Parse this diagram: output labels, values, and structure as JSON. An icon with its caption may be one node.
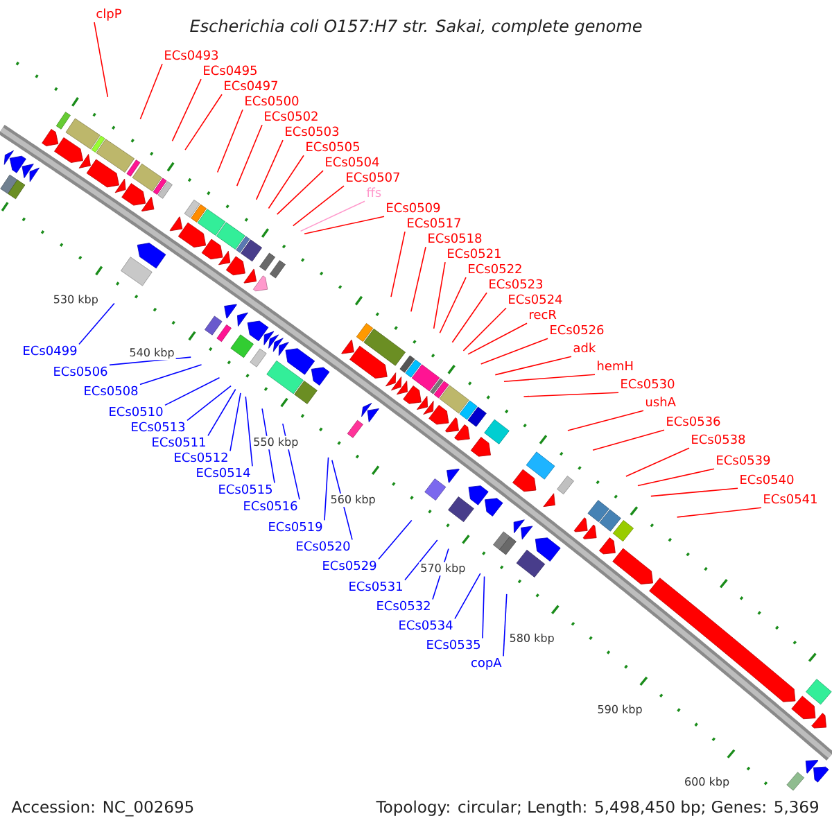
{
  "diagram": {
    "title": "Escherichia coli O157:H7 str. Sakai, complete genome",
    "nodes": [
      {
        "text": [
          "clpP"
        ]
      },
      {
        "text": [
          "ECs0493"
        ]
      },
      {
        "text": [
          "ECs0495"
        ]
      },
      {
        "text": [
          "ECs0497"
        ]
      },
      {
        "text": [
          "ECs0500"
        ]
      },
      {
        "text": [
          "ECs0502"
        ]
      },
      {
        "text": [
          "ECs0503"
        ]
      },
      {
        "text": [
          "ECs0505"
        ]
      },
      {
        "text": [
          "ECs0504"
        ]
      },
      {
        "text": [
          "ECs0507"
        ]
      },
      {
        "text": [
          "ffs"
        ]
      },
      {
        "text": [
          "ECs0509"
        ]
      },
      {
        "text": [
          "ECs0517"
        ]
      },
      {
        "text": [
          "ECs0518"
        ]
      },
      {
        "text": [
          "ECs0521"
        ]
      },
      {
        "text": [
          "ECs0522"
        ]
      },
      {
        "text": [
          "ECs0523"
        ]
      },
      {
        "text": [
          "ECs0524"
        ]
      },
      {
        "text": [
          "recR"
        ]
      },
      {
        "text": [
          "ECs0526"
        ]
      },
      {
        "text": [
          "adk"
        ]
      },
      {
        "text": [
          "hemH"
        ]
      },
      {
        "text": [
          "ECs0530"
        ]
      },
      {
        "text": [
          "ushA"
        ]
      },
      {
        "text": [
          "ECs0536"
        ]
      },
      {
        "text": [
          "ECs0538"
        ]
      },
      {
        "text": [
          "ECs0539"
        ]
      },
      {
        "text": [
          "ECs0540"
        ]
      },
      {
        "text": [
          "ECs0541"
        ]
      },
      {
        "text": [
          "ECs0499"
        ]
      },
      {
        "text": [
          "ECs0506"
        ]
      },
      {
        "text": [
          "ECs0508"
        ]
      },
      {
        "text": [
          "ECs0510"
        ]
      },
      {
        "text": [
          "ECs0513"
        ]
      },
      {
        "text": [
          "ECs0511"
        ]
      },
      {
        "text": [
          "ECs0514"
        ]
      },
      {
        "text": [
          "ECs0512"
        ]
      },
      {
        "text": [
          "ECs0515"
        ]
      },
      {
        "text": [
          "ECs0516"
        ]
      },
      {
        "text": [
          "ECs0519"
        ]
      },
      {
        "text": [
          "ECs0520"
        ]
      },
      {
        "text": [
          "ECs0529"
        ]
      },
      {
        "text": [
          "ECs0531"
        ]
      },
      {
        "text": [
          "ECs0532"
        ]
      },
      {
        "text": [
          "ECs0534"
        ]
      },
      {
        "text": [
          "ECs0535"
        ]
      },
      {
        "text": [
          "copA"
        ]
      }
    ],
    "edges": [
      {
        "from": 0,
        "to": null,
        "arrow": "none"
      },
      {
        "from": 1,
        "to": null,
        "arrow": "none"
      },
      {
        "from": 2,
        "to": null,
        "arrow": "none"
      },
      {
        "from": 3,
        "to": null,
        "arrow": "none"
      },
      {
        "from": 4,
        "to": null,
        "arrow": "none"
      },
      {
        "from": 5,
        "to": null,
        "arrow": "none"
      },
      {
        "from": 6,
        "to": null,
        "arrow": "none"
      },
      {
        "from": 7,
        "to": null,
        "arrow": "none"
      },
      {
        "from": 8,
        "to": null,
        "arrow": "none"
      },
      {
        "from": 9,
        "to": null,
        "arrow": "none"
      },
      {
        "from": 10,
        "to": null,
        "arrow": "none",
        "color": "#ff99cc"
      },
      {
        "from": 11,
        "to": null,
        "arrow": "none"
      },
      {
        "from": 12,
        "to": null,
        "arrow": "none"
      },
      {
        "from": 13,
        "to": null,
        "arrow": "none"
      },
      {
        "from": 14,
        "to": null,
        "arrow": "none"
      },
      {
        "from": 15,
        "to": null,
        "arrow": "none"
      },
      {
        "from": 16,
        "to": null,
        "arrow": "none"
      },
      {
        "from": 17,
        "to": null,
        "arrow": "none"
      },
      {
        "from": 18,
        "to": null,
        "arrow": "none"
      },
      {
        "from": 19,
        "to": null,
        "arrow": "none"
      },
      {
        "from": 20,
        "to": null,
        "arrow": "none"
      },
      {
        "from": 21,
        "to": null,
        "arrow": "none"
      },
      {
        "from": 22,
        "to": null,
        "arrow": "none"
      },
      {
        "from": 23,
        "to": null,
        "arrow": "none"
      },
      {
        "from": 24,
        "to": null,
        "arrow": "none"
      },
      {
        "from": 25,
        "to": null,
        "arrow": "none"
      },
      {
        "from": 26,
        "to": null,
        "arrow": "none"
      },
      {
        "from": 27,
        "to": null,
        "arrow": "none"
      },
      {
        "from": 28,
        "to": null,
        "arrow": "none"
      },
      {
        "from": 29,
        "to": null,
        "arrow": "none",
        "color": "#0000ff"
      },
      {
        "from": 30,
        "to": null,
        "arrow": "none",
        "color": "#0000ff"
      },
      {
        "from": 31,
        "to": null,
        "arrow": "none",
        "color": "#0000ff"
      },
      {
        "from": 32,
        "to": null,
        "arrow": "none",
        "color": "#0000ff"
      },
      {
        "from": 33,
        "to": null,
        "arrow": "none",
        "color": "#0000ff"
      },
      {
        "from": 34,
        "to": null,
        "arrow": "none",
        "color": "#0000ff"
      },
      {
        "from": 35,
        "to": null,
        "arrow": "none",
        "color": "#0000ff"
      },
      {
        "from": 36,
        "to": null,
        "arrow": "none",
        "color": "#0000ff"
      },
      {
        "from": 37,
        "to": null,
        "arrow": "none",
        "color": "#0000ff"
      },
      {
        "from": 38,
        "to": null,
        "arrow": "none",
        "color": "#0000ff"
      },
      {
        "from": 39,
        "to": null,
        "arrow": "none",
        "color": "#0000ff"
      },
      {
        "from": 40,
        "to": null,
        "arrow": "none",
        "color": "#0000ff"
      },
      {
        "from": 41,
        "to": null,
        "arrow": "none",
        "color": "#0000ff"
      },
      {
        "from": 42,
        "to": null,
        "arrow": "none",
        "color": "#0000ff"
      },
      {
        "from": 43,
        "to": null,
        "arrow": "none",
        "color": "#0000ff"
      },
      {
        "from": 44,
        "to": null,
        "arrow": "none",
        "color": "#0000ff"
      },
      {
        "from": 45,
        "to": null,
        "arrow": "none",
        "color": "#0000ff"
      },
      {
        "from": 46,
        "to": null,
        "arrow": "none",
        "color": "#0000ff"
      }
    ],
    "labels": [
      "530 kbp",
      "540 kbp",
      "550 kbp",
      "560 kbp",
      "570 kbp",
      "580 kbp",
      "590 kbp",
      "600 kbp",
      "Accession: NC_002695",
      "Topology: circular; Length: 5,498,450 bp; Genes: 5,369"
    ]
  }
}
